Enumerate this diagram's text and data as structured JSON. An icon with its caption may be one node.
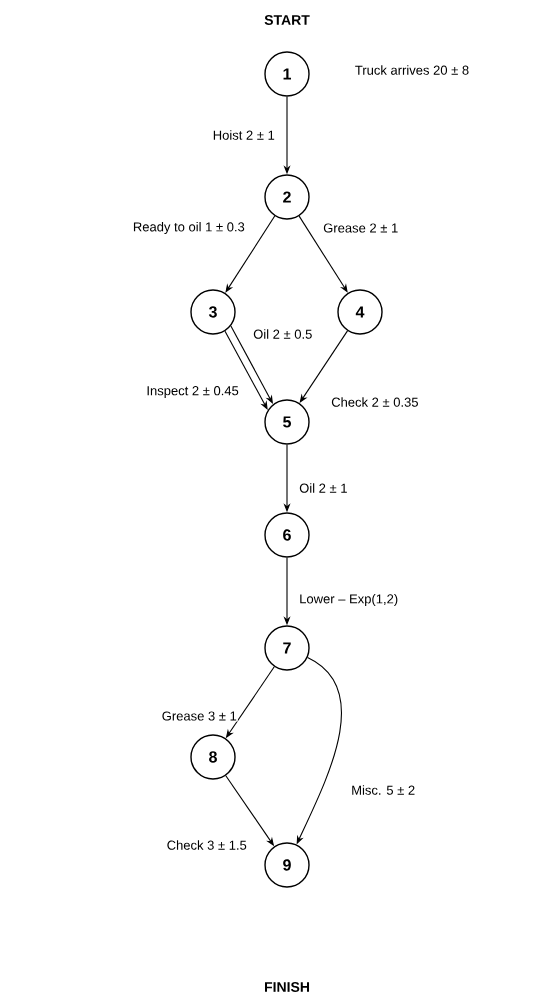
{
  "diagram": {
    "nodes": [
      {
        "text": [
          "1"
        ],
        "beside": [
          "Truck arrives 20 ± 8"
        ]
      },
      {
        "text": [
          "2"
        ]
      },
      {
        "text": [
          "3"
        ]
      },
      {
        "text": [
          "4"
        ]
      },
      {
        "text": [
          "5"
        ]
      },
      {
        "text": [
          "6"
        ]
      },
      {
        "text": [
          "7"
        ]
      },
      {
        "text": [
          "8"
        ]
      },
      {
        "text": [
          "9"
        ]
      }
    ],
    "edges": [
      {
        "from": 0,
        "to": 1,
        "arrow": "to",
        "label": "Hoist 2 ± 1"
      },
      {
        "from": 1,
        "to": 2,
        "arrow": "to",
        "label": "Ready to oil 1 ± 0.3"
      },
      {
        "from": 1,
        "to": 3,
        "arrow": "to",
        "label": "Grease 2 ± 1"
      },
      {
        "from": 2,
        "to": 4,
        "arrow": "to",
        "label": "Oil 2 ± 0.5"
      },
      {
        "from": 2,
        "to": 4,
        "arrow": "to",
        "label": "Inspect 2 ± 0.45"
      },
      {
        "from": 3,
        "to": 4,
        "arrow": "to",
        "label": "Check 2 ± 0.35"
      },
      {
        "from": 4,
        "to": 5,
        "arrow": "to",
        "label": "Oil 2 ± 1"
      },
      {
        "from": 5,
        "to": 6,
        "arrow": "to",
        "label": "Lower – Exp(1,2)"
      },
      {
        "from": 6,
        "to": 7,
        "arrow": "to",
        "label": "Grease 3 ± 1"
      },
      {
        "from": 6,
        "to": 8,
        "arrow": "to",
        "label": "Misc. 5 ± 2"
      },
      {
        "from": 7,
        "to": 8,
        "arrow": "to",
        "label": "Check 3 ± 1.5"
      }
    ],
    "labels": [
      "START",
      "FINISH"
    ]
  }
}
